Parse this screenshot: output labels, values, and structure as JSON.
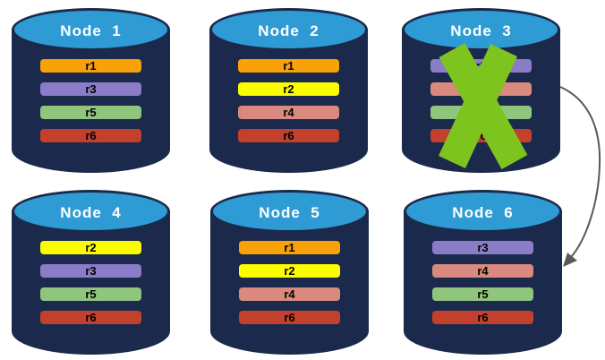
{
  "style": {
    "background": "#FFFFFF",
    "cylinder_body_color": "#1B2A4C",
    "cylinder_top_color": "#2E9BD5",
    "title_color": "#FFFFFF",
    "bar_text_color": "#000000",
    "x_mark_color": "#7EC41F",
    "arrow_color": "#595959"
  },
  "nodes": [
    {
      "title": "Node  1",
      "failed": false,
      "replicas": [
        {
          "label": "r1",
          "color": "#F9A108"
        },
        {
          "label": "r3",
          "color": "#8A7CC6"
        },
        {
          "label": "r5",
          "color": "#90C57E"
        },
        {
          "label": "r6",
          "color": "#C3402C"
        }
      ]
    },
    {
      "title": "Node  2",
      "failed": false,
      "replicas": [
        {
          "label": "r1",
          "color": "#F9A108"
        },
        {
          "label": "r2",
          "color": "#FCFC00"
        },
        {
          "label": "r4",
          "color": "#D9897D"
        },
        {
          "label": "r6",
          "color": "#C3402C"
        }
      ]
    },
    {
      "title": "Node  3",
      "failed": true,
      "replicas": [
        {
          "label": "r3",
          "color": "#8A7CC6"
        },
        {
          "label": "r4",
          "color": "#D9897D"
        },
        {
          "label": "r5",
          "color": "#90C57E"
        },
        {
          "label": "r6",
          "color": "#C3402C"
        }
      ]
    },
    {
      "title": "Node  4",
      "failed": false,
      "replicas": [
        {
          "label": "r2",
          "color": "#FCFC00"
        },
        {
          "label": "r3",
          "color": "#8A7CC6"
        },
        {
          "label": "r5",
          "color": "#90C57E"
        },
        {
          "label": "r6",
          "color": "#C3402C"
        }
      ]
    },
    {
      "title": "Node  5",
      "failed": false,
      "replicas": [
        {
          "label": "r1",
          "color": "#F9A108"
        },
        {
          "label": "r2",
          "color": "#FCFC00"
        },
        {
          "label": "r4",
          "color": "#D9897D"
        },
        {
          "label": "r6",
          "color": "#C3402C"
        }
      ]
    },
    {
      "title": "Node  6",
      "failed": false,
      "replicas": [
        {
          "label": "r3",
          "color": "#8A7CC6"
        },
        {
          "label": "r4",
          "color": "#D9897D"
        },
        {
          "label": "r5",
          "color": "#90C57E"
        },
        {
          "label": "r6",
          "color": "#C3402C"
        }
      ]
    }
  ]
}
